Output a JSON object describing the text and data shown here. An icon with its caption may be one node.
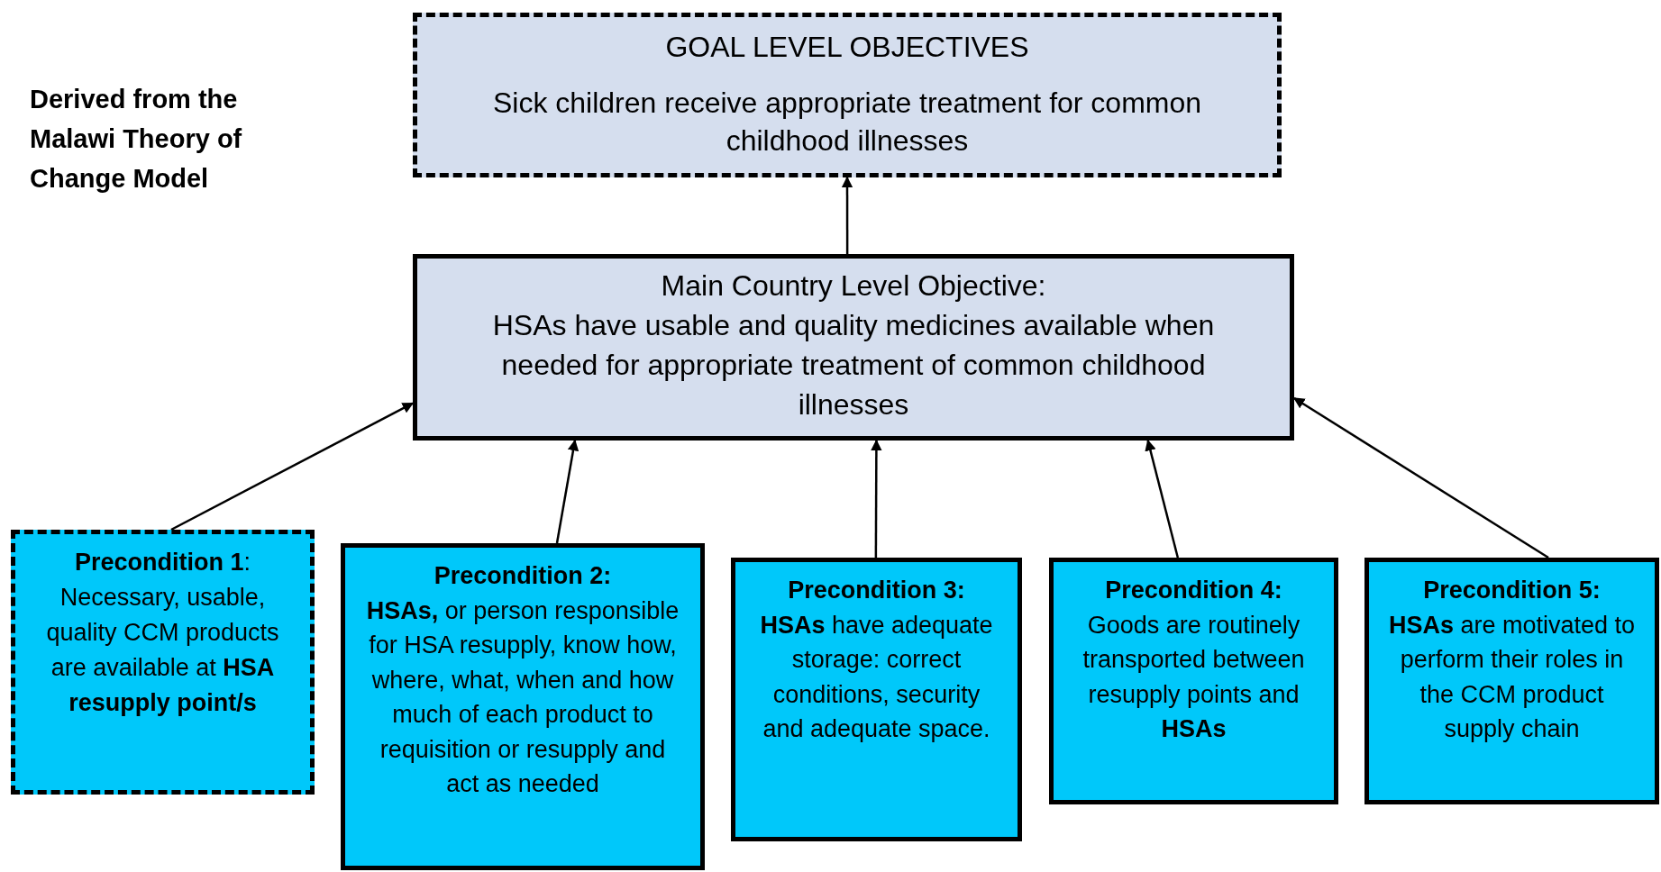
{
  "diagram": {
    "nodes": [
      {
        "text": [
          "GOAL LEVEL OBJECTIVES",
          "Sick children receive appropriate treatment for common childhood illnesses"
        ]
      },
      {
        "text": [
          "Main Country Level Objective:",
          "HSAs have usable and quality medicines available when needed for appropriate treatment of common childhood illnesses"
        ]
      },
      {
        "text": [
          "**Precondition 1**:",
          "Necessary, usable, quality CCM products are available at **HSA resupply point/s**"
        ]
      },
      {
        "text": [
          "**Precondition 2:**",
          "**HSAs,** or person responsible for HSA resupply, know how, where, what, when and how much of each product to requisition or resupply and act as needed"
        ]
      },
      {
        "text": [
          "**Precondition 3:**",
          "**HSAs** have adequate storage: correct conditions, security and adequate space."
        ]
      },
      {
        "text": [
          "**Precondition 4:**",
          "Goods are routinely transported between resupply points and **HSAs**"
        ]
      },
      {
        "text": [
          "**Precondition 5:**",
          "**HSAs** are motivated to perform their roles in the CCM product supply chain"
        ]
      }
    ],
    "edges": [
      {
        "from": 1,
        "to": 0,
        "arrow": "to"
      },
      {
        "from": 2,
        "to": 1,
        "arrow": "to"
      },
      {
        "from": 3,
        "to": 1,
        "arrow": "to"
      },
      {
        "from": 4,
        "to": 1,
        "arrow": "to"
      },
      {
        "from": 5,
        "to": 1,
        "arrow": "to"
      },
      {
        "from": 6,
        "to": 1,
        "arrow": "to"
      }
    ],
    "labels": [
      "Derived from the Malawi Theory of Change Model"
    ]
  }
}
